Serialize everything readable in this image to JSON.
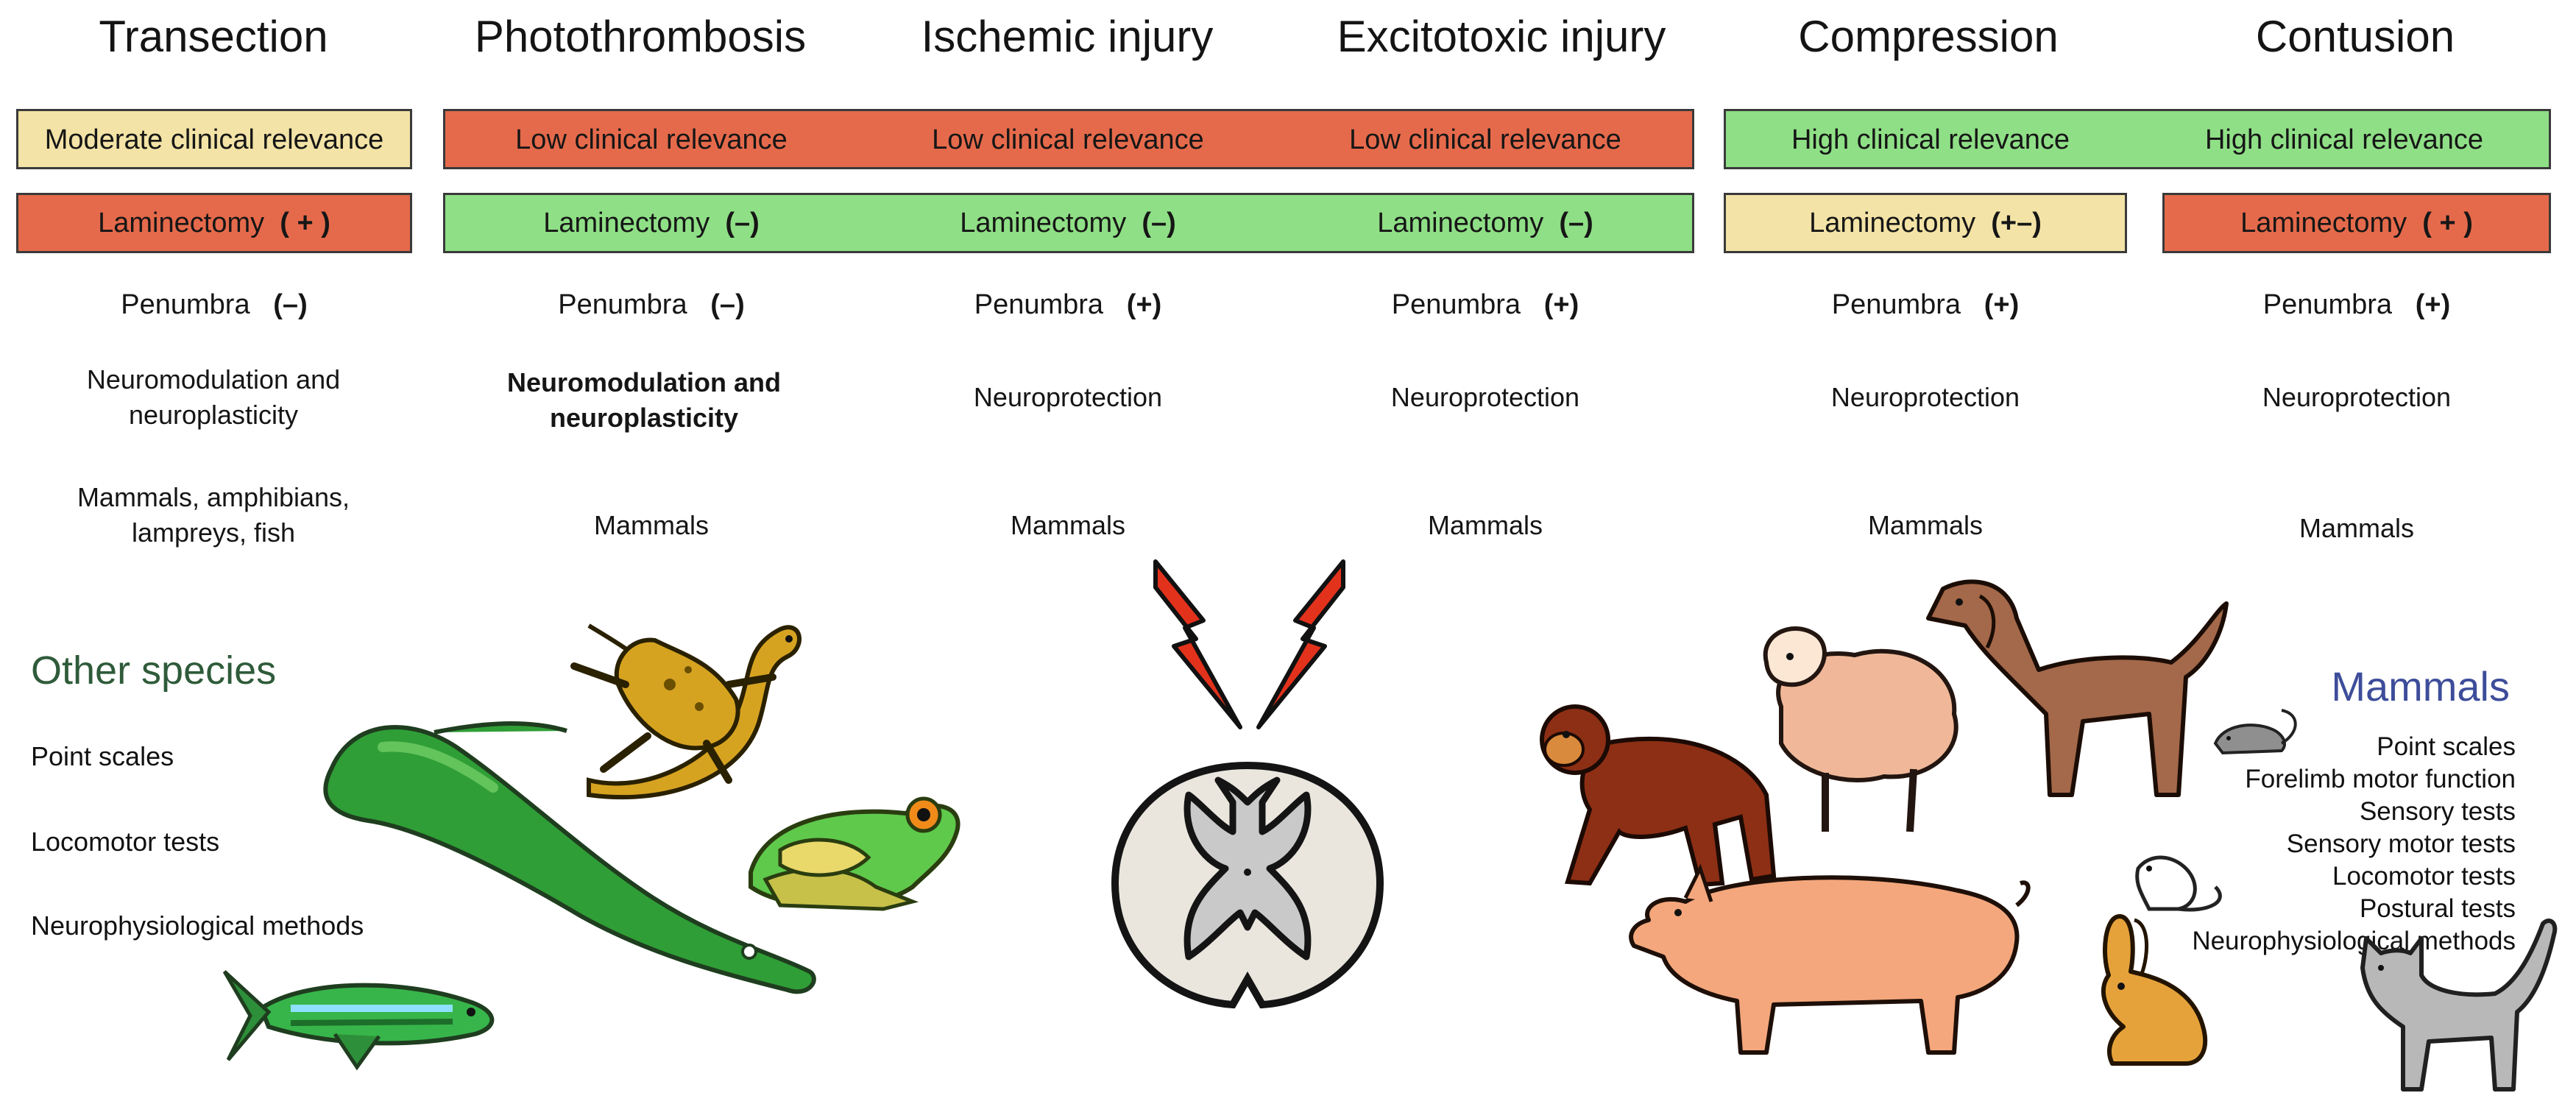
{
  "columns": {
    "transection": "Transection",
    "photothrombosis": "Photothrombosis",
    "ischemic": "Ischemic injury",
    "excitotoxic": "Excitotoxic injury",
    "compression": "Compression",
    "contusion": "Contusion"
  },
  "relevance": {
    "transection": "Moderate clinical relevance",
    "photothrombosis": "Low clinical relevance",
    "ischemic": "Low clinical relevance",
    "excitotoxic": "Low clinical relevance",
    "compression": "High clinical relevance",
    "contusion": "High clinical relevance"
  },
  "laminectomy": {
    "label": "Laminectomy",
    "transection": "( + )",
    "photothrombosis": "(–)",
    "ischemic": "(–)",
    "excitotoxic": "(–)",
    "compression": "(+–)",
    "contusion": "( + )"
  },
  "penumbra": {
    "label": "Penumbra",
    "transection": "(–)",
    "photothrombosis": "(–)",
    "ischemic": "(+)",
    "excitotoxic": "(+)",
    "compression": "(+)",
    "contusion": "(+)"
  },
  "approach": {
    "transection": "Neuromodulation and neuroplasticity",
    "photothrombosis": "Neuromodulation and neuroplasticity",
    "ischemic": "Neuroprotection",
    "excitotoxic": "Neuroprotection",
    "compression": "Neuroprotection",
    "contusion": "Neuroprotection"
  },
  "species": {
    "transection": "Mammals, amphibians, lampreys, fish",
    "photothrombosis": "Mammals",
    "ischemic": "Mammals",
    "excitotoxic": "Mammals",
    "compression": "Mammals",
    "contusion": "Mammals"
  },
  "other_species": {
    "title": "Other species",
    "items": [
      "Point scales",
      "Locomotor tests",
      "Neurophysiological methods"
    ]
  },
  "mammals": {
    "title": "Mammals",
    "items": [
      "Point scales",
      "Forelimb motor function",
      "Sensory tests",
      "Sensory motor tests",
      "Locomotor tests",
      "Postural tests",
      "Neurophysiological methods"
    ]
  },
  "colors": {
    "moderate": "#f3e3a6",
    "low": "#e56a4b",
    "high": "#8fdf86",
    "other_species_title": "#2f5b3a",
    "mammals_title": "#3d4d9a"
  },
  "icons": [
    "lightning-bolt-icon",
    "spinal-cord-icon",
    "eel-icon",
    "zebrafish-icon",
    "salamander-icon",
    "frog-icon",
    "monkey-icon",
    "sheep-icon",
    "dog-icon",
    "pig-icon",
    "rabbit-icon",
    "rat-icon",
    "mouse-icon",
    "cat-icon"
  ]
}
